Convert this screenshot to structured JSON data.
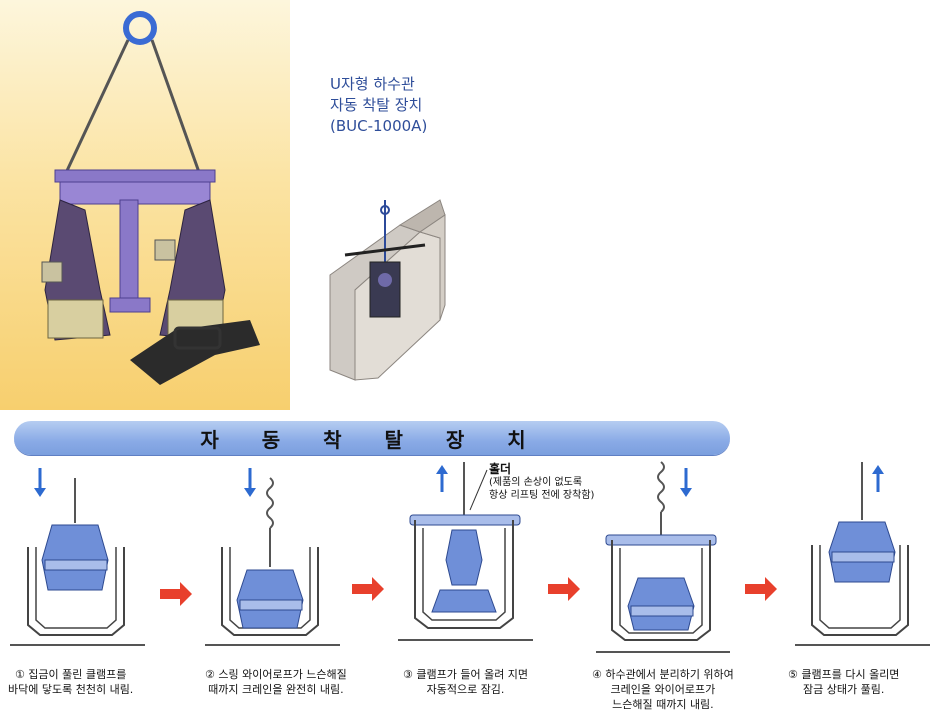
{
  "product": {
    "title_line1": "U자형 하수관",
    "title_line2": "자동 착탈 장치",
    "model": "(BUC-1000A)"
  },
  "banner": {
    "title": "자 동 착 탈 장 치"
  },
  "holder": {
    "label": "홀더",
    "note_line1": "(제품의 손상이 없도록",
    "note_line2": "항상 리프팅 전에 장착함)"
  },
  "steps": [
    {
      "line1": "① 집금이 풀린 클램프를",
      "line2": "바닥에 닿도록 천천히 내림.",
      "direction": "down"
    },
    {
      "line1": "② 스링 와이어로프가 느슨해질",
      "line2": "때까지 크레인을 완전히 내림.",
      "direction": "down"
    },
    {
      "line1": "③ 클램프가 들어 올려 지면",
      "line2": "자동적으로 잠김.",
      "direction": "up"
    },
    {
      "line1": "④ 하수관에서 분리하기 위하여",
      "line2": "크레인을 와이어로프가",
      "line3": "느슨해질 때까지 내림.",
      "direction": "down"
    },
    {
      "line1": "⑤ 클램프를 다시 올리면",
      "line2": "잠금 상태가 풀림.",
      "direction": "up"
    }
  ],
  "colors": {
    "accent_blue": "#2f4e9a",
    "clamp_blue": "#6f8fd8",
    "arrow_blue": "#2d6ad0",
    "arrow_red": "#e8402c",
    "machine_purple": "#8a78c8"
  }
}
